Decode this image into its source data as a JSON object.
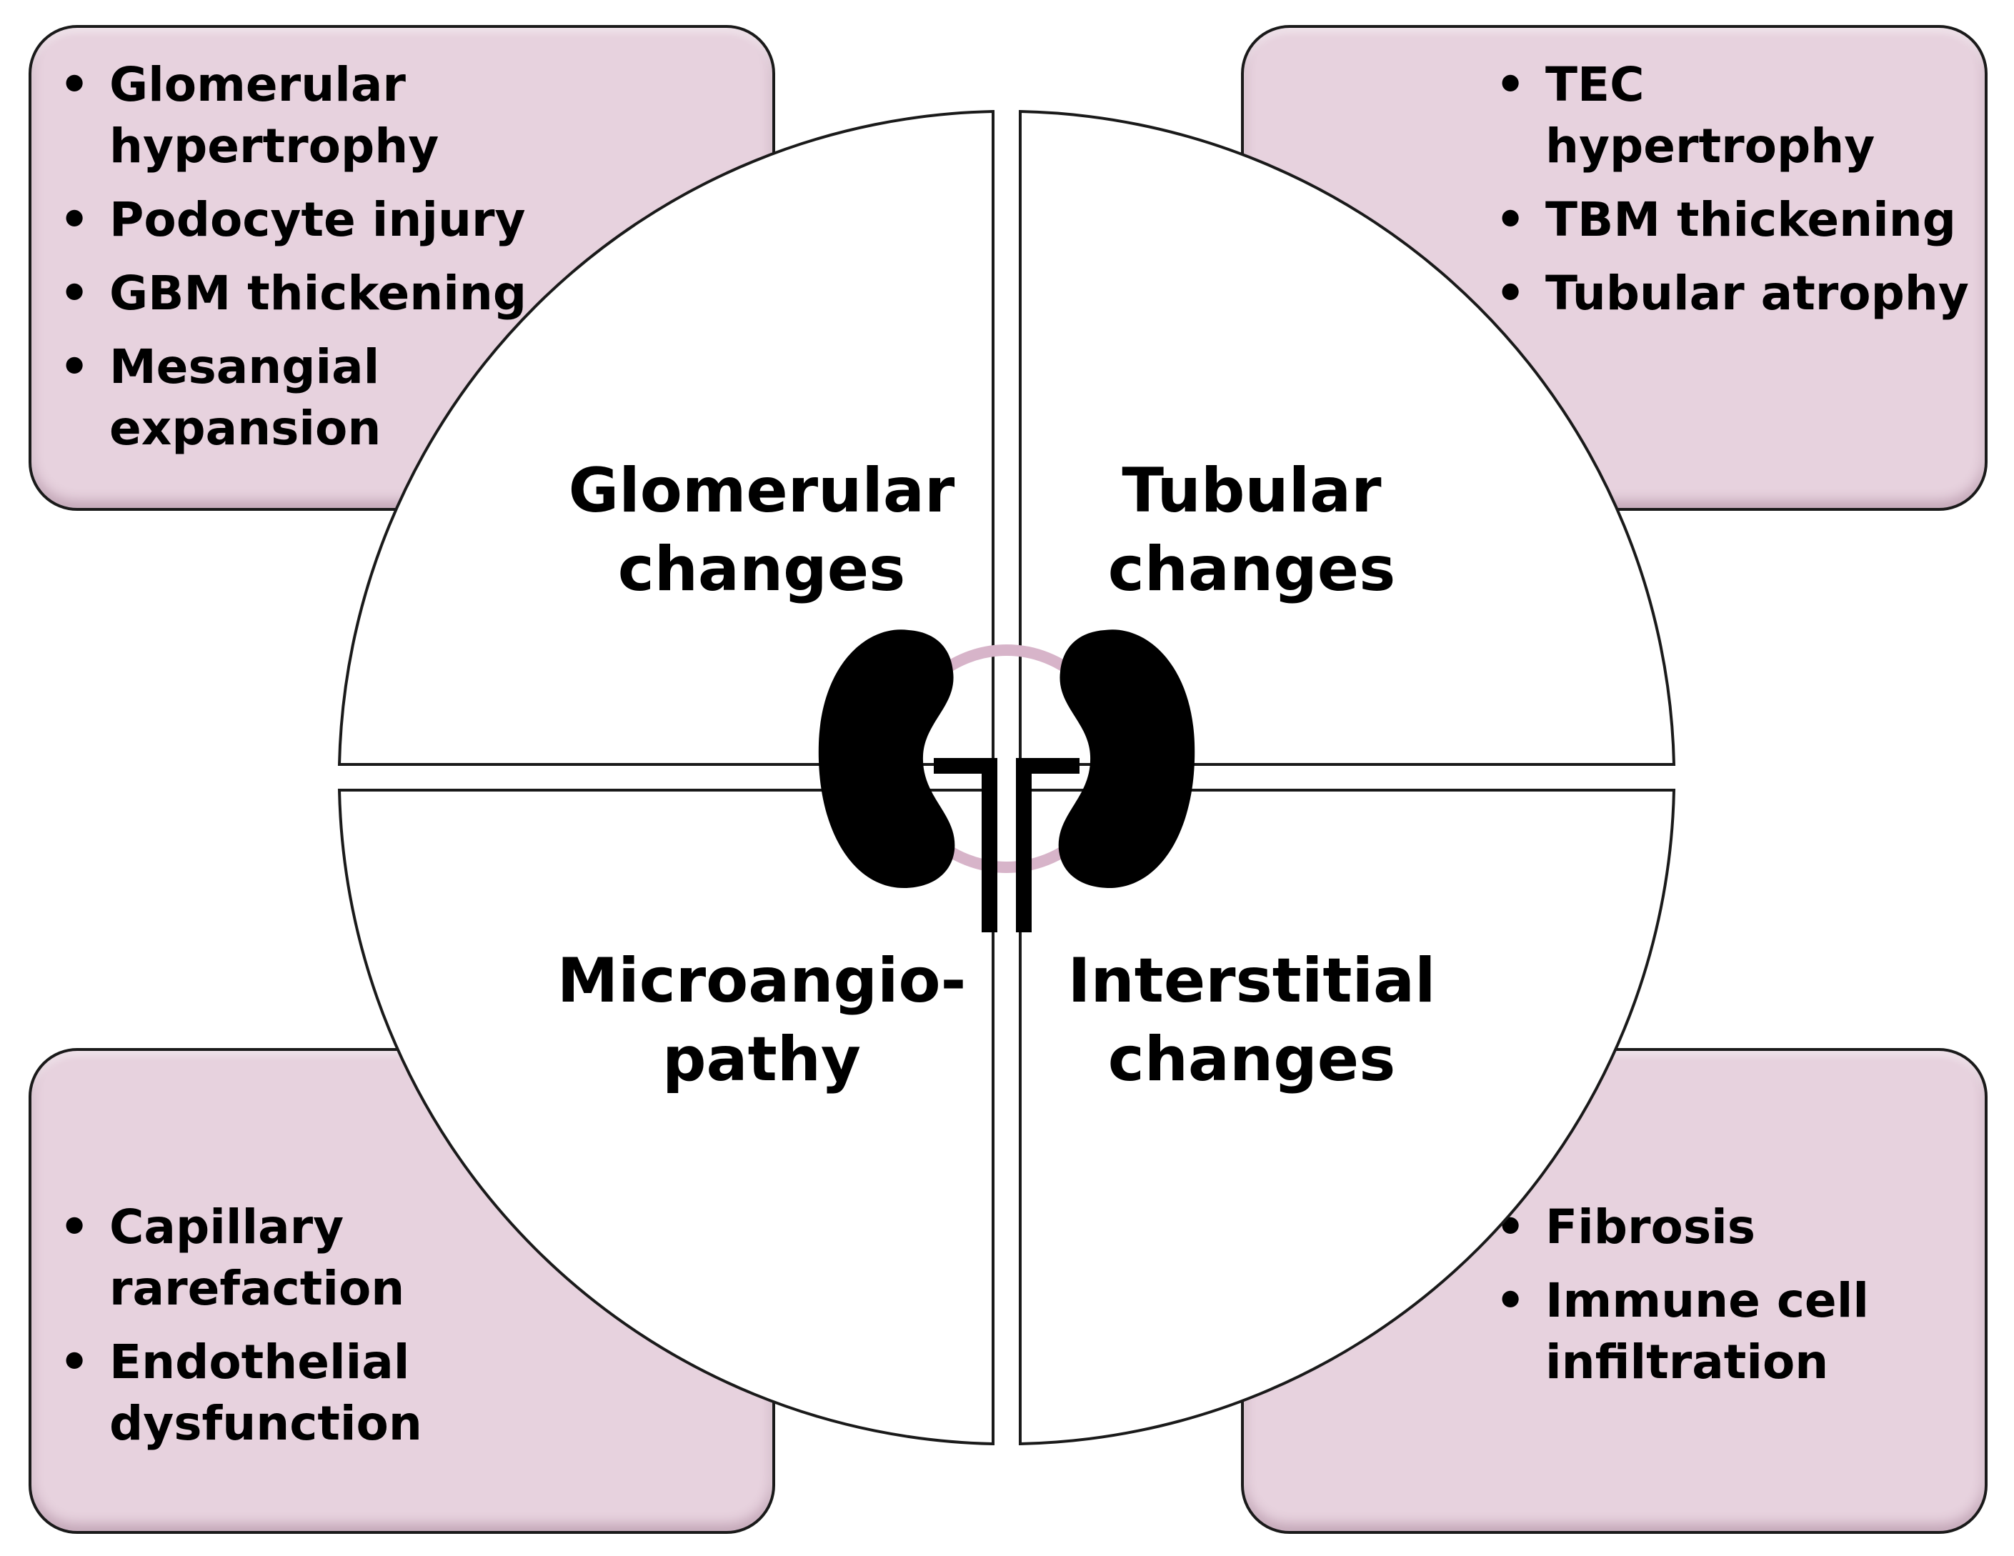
{
  "colors": {
    "box_fill": "#e7d2de",
    "box_border": "#1a1a1a",
    "quadrant_fill": "#ffffff",
    "ring": "#d7b4c9",
    "kidney": "#000000"
  },
  "icons": {
    "center": "kidney-pair-icon"
  },
  "quadrants": {
    "glomerular": {
      "line1": "Glomerular",
      "line2": "changes"
    },
    "tubular": {
      "line1": "Tubular",
      "line2": "changes"
    },
    "microangiopathy": {
      "line1": "Microangio-",
      "line2": "pathy"
    },
    "interstitial": {
      "line1": "Interstitial",
      "line2": "changes"
    }
  },
  "boxes": {
    "top_left": {
      "items": [
        {
          "line1": "Glomerular",
          "line2": "hypertrophy"
        },
        {
          "line1": "Podocyte injury"
        },
        {
          "line1": "GBM thickening"
        },
        {
          "line1": "Mesangial",
          "line2": "expansion"
        }
      ]
    },
    "top_right": {
      "items": [
        {
          "line1": "TEC",
          "line2": "hypertrophy"
        },
        {
          "line1": "TBM thickening"
        },
        {
          "line1": "Tubular atrophy"
        }
      ]
    },
    "bottom_left": {
      "items": [
        {
          "line1": "Capillary",
          "line2": "rarefaction"
        },
        {
          "line1": "Endothelial",
          "line2": "dysfunction"
        }
      ]
    },
    "bottom_right": {
      "items": [
        {
          "line1": "Fibrosis"
        },
        {
          "line1": "Immune cell",
          "line2": "infiltration"
        }
      ]
    }
  }
}
